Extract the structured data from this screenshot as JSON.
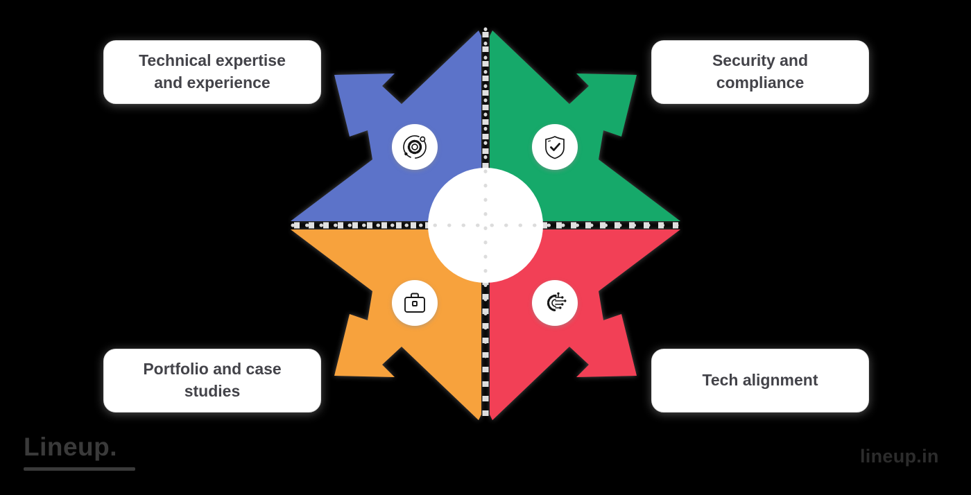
{
  "canvas": {
    "background": "#000000"
  },
  "diagram": {
    "type": "four-quadrant-outward-arrows",
    "center": {
      "shape": "circle",
      "fill": "#ffffff"
    },
    "axis": {
      "dash_color": "#ffffff",
      "dot_color": "#dcdcdc"
    },
    "quadrants": [
      {
        "position": "top-left",
        "color": "#5b73c9",
        "icon": "gear-orbit-icon",
        "label": "Technical expertise\nand experience"
      },
      {
        "position": "top-right",
        "color": "#12a96b",
        "icon": "shield-check-icon",
        "label": "Security and\ncompliance"
      },
      {
        "position": "bottom-left",
        "color": "#f7a23c",
        "icon": "briefcase-icon",
        "label": "Portfolio and case\nstudies"
      },
      {
        "position": "bottom-right",
        "color": "#f23f56",
        "icon": "ai-circuit-gear-icon",
        "label": "Tech alignment"
      }
    ]
  },
  "footer": {
    "logo_text": "Lineup.",
    "watermark_text": "lineup.in"
  }
}
